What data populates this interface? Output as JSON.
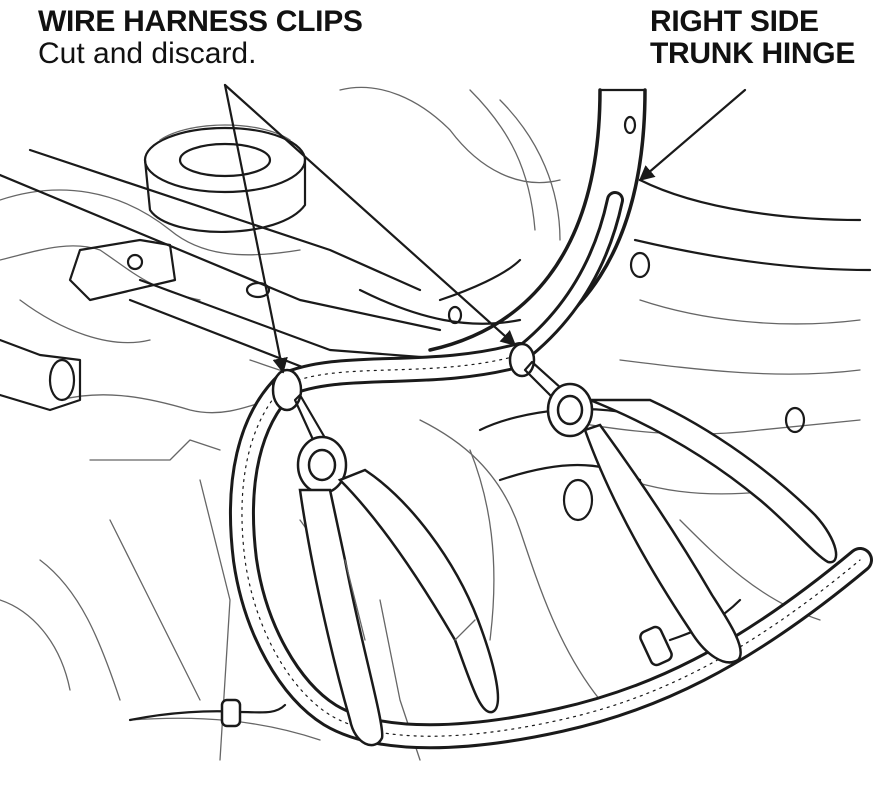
{
  "callouts": {
    "clips": {
      "title": "WIRE HARNESS CLIPS",
      "note": "Cut and discard."
    },
    "hinge": {
      "line1": "RIGHT SIDE",
      "line2": "TRUNK HINGE"
    }
  },
  "colors": {
    "ink": "#1a1a1a",
    "paper": "#ffffff"
  }
}
